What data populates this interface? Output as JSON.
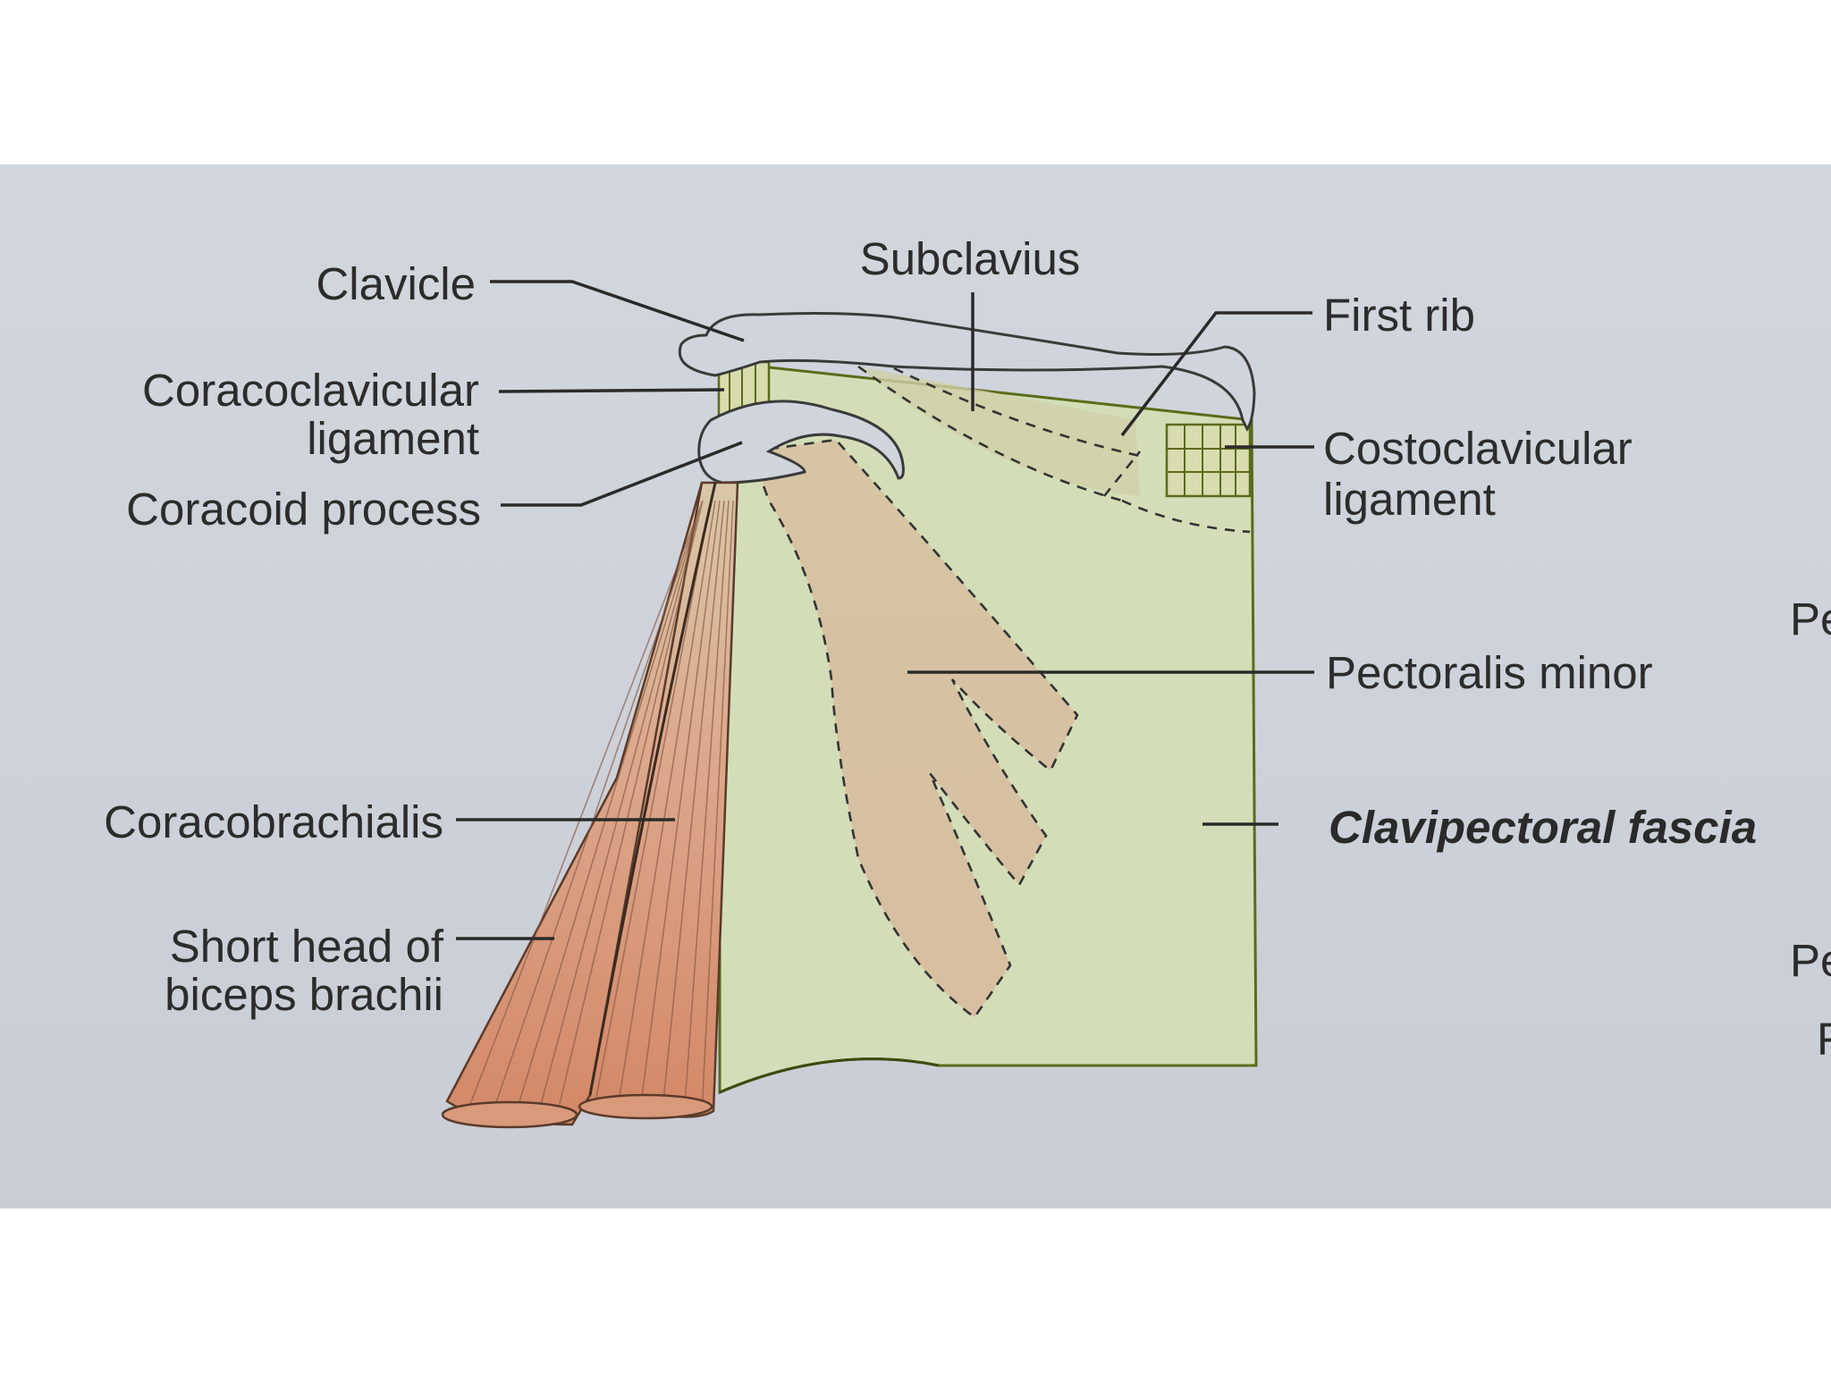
{
  "labels": {
    "clavicle": "Clavicle",
    "subclavius": "Subclavius",
    "first_rib": "First rib",
    "coracoclavicular_1": "Coracoclavicular",
    "coracoclavicular_2": "ligament",
    "coracoid_process": "Coracoid process",
    "costoclavicular_1": "Costoclavicular",
    "costoclavicular_2": "ligament",
    "pectoralis_minor": "Pectoralis minor",
    "coracobrachialis": "Coracobrachialis",
    "clavipectoral_fascia": "Clavipectoral fascia",
    "short_head_1": "Short head of",
    "short_head_2": "biceps brachii"
  },
  "page_edge_fragments": {
    "top": "Pe",
    "middle": "Pe",
    "bottom": "F"
  },
  "colors": {
    "fascia": "#d3deb8",
    "muscle_pink": "#d99a7c",
    "pectoralis_minor": "#d9c2a0",
    "page_background": "#d0d4dc"
  }
}
